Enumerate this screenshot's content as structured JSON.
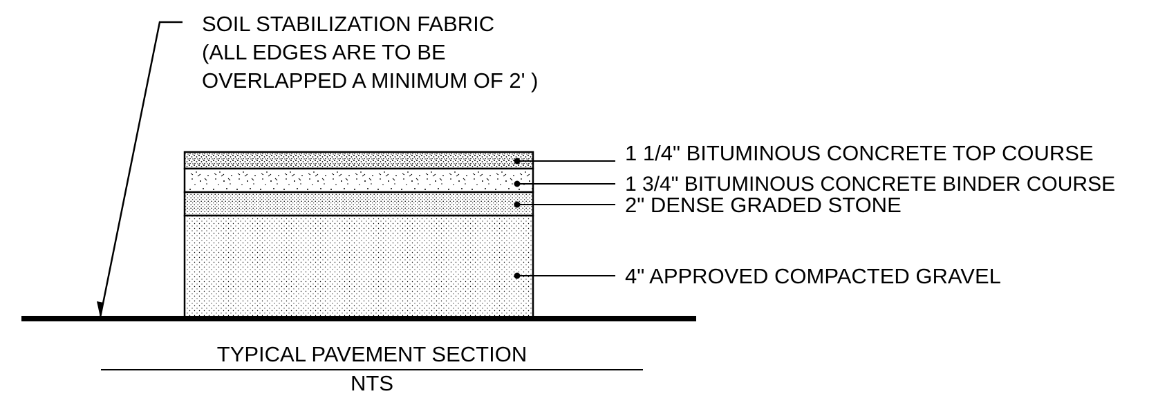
{
  "fabric_note": {
    "lines": [
      "SOIL STABILIZATION FABRIC",
      "(ALL EDGES ARE TO BE",
      "OVERLAPPED A MINIMUM OF 2' )"
    ]
  },
  "layers": {
    "top_course": "1 1/4\" BITUMINOUS CONCRETE TOP COURSE",
    "binder_course": "1 3/4\" BITUMINOUS CONCRETE BINDER COURSE",
    "dense_stone": "2\" DENSE GRADED STONE",
    "gravel": "4\" APPROVED COMPACTED GRAVEL"
  },
  "title": "TYPICAL PAVEMENT SECTION",
  "scale": "NTS",
  "colors": {
    "ink": "#000000",
    "paper": "#ffffff"
  }
}
